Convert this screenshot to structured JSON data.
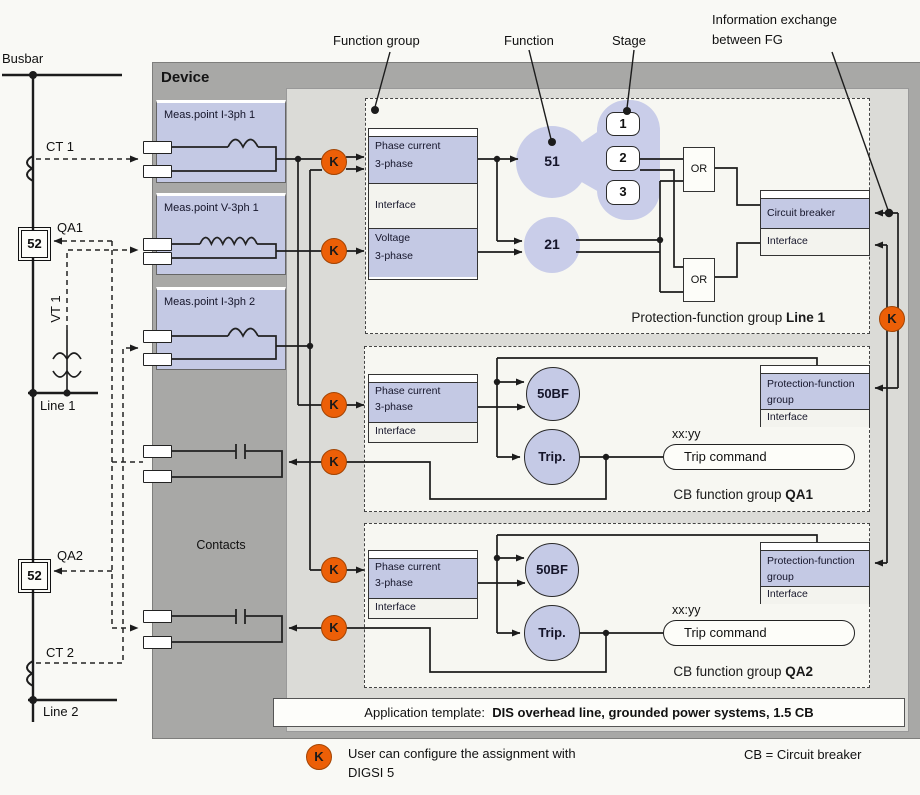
{
  "k": "K",
  "annotations": {
    "function_group": "Function group",
    "function": "Function",
    "stage": "Stage",
    "info_exchange_1": "Information exchange",
    "info_exchange_2": "between FG"
  },
  "sld": {
    "busbar": "Busbar",
    "ct1": "CT 1",
    "qa1": "QA1",
    "breaker_qa1": "52",
    "vt1": "VT 1",
    "line1": "Line 1",
    "qa2": "QA2",
    "breaker_qa2": "52",
    "ct2": "CT 2",
    "line2": "Line 2"
  },
  "device": {
    "title": "Device",
    "meas_point_1": "Meas.point I-3ph 1",
    "meas_point_2": "Meas.point V-3ph 1",
    "meas_point_3": "Meas.point I-3ph 2",
    "contacts": "Contacts"
  },
  "fg_line1": {
    "label": "Protection-function group",
    "label_bold": "Line 1",
    "input_block": {
      "row1_l1": "Phase current",
      "row1_l2": "3-phase",
      "interface": "Interface",
      "row2_l1": "Voltage",
      "row2_l2": "3-phase"
    },
    "fn_51": "51",
    "fn_21": "21",
    "stages": [
      "1",
      "2",
      "3"
    ],
    "or1": "OR",
    "or2": "OR",
    "cb_block": {
      "title": "Circuit breaker",
      "interface": "Interface"
    }
  },
  "fg_qa1": {
    "label": "CB function group",
    "label_bold": "QA1",
    "input_block": {
      "l1": "Phase current",
      "l2": "3-phase",
      "interface": "Interface"
    },
    "fn_50bf": "50BF",
    "fn_trip": "Trip.",
    "pfg_block": {
      "title": "Protection-function group",
      "interface": "Interface"
    },
    "trip_time": "xx:yy",
    "trip_command": "Trip command"
  },
  "fg_qa2": {
    "label": "CB function group",
    "label_bold": "QA2",
    "input_block": {
      "l1": "Phase current",
      "l2": "3-phase",
      "interface": "Interface"
    },
    "fn_50bf": "50BF",
    "fn_trip": "Trip.",
    "pfg_block": {
      "title": "Protection-function group",
      "interface": "Interface"
    },
    "trip_time": "xx:yy",
    "trip_command": "Trip command"
  },
  "app_template": {
    "label": "Application template:",
    "value": "DIS overhead line, grounded power systems, 1.5 CB"
  },
  "legend": {
    "k_text_1": "User can configure the assignment with",
    "k_text_2": "DIGSI 5",
    "cb_note": "CB = Circuit breaker"
  }
}
